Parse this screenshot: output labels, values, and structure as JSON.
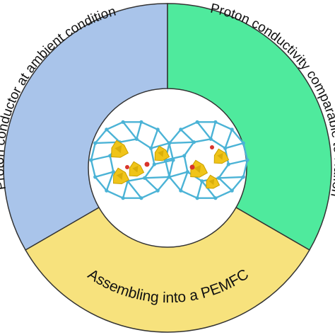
{
  "segments": {
    "left": {
      "label": "Proton conductor at ambient condition",
      "color": "#a9c4ea"
    },
    "right": {
      "label": "Proton conductivity comparable to Nafion",
      "color": "#4fea9d"
    },
    "bottom": {
      "label": "Assembling into a PEMFC",
      "color": "#f7e27d"
    }
  },
  "colors": {
    "outline": "#333333",
    "framework": "#4bb3d6",
    "cluster": "#f0c419",
    "cluster_dark": "#c9a000",
    "accent_red": "#d9342b"
  },
  "center_image": {
    "icon": "mof-cage-structure-icon"
  }
}
